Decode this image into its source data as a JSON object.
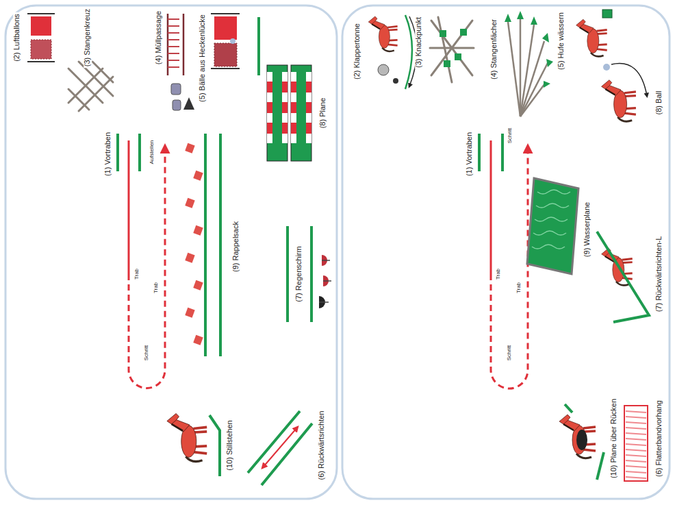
{
  "diagram": {
    "labels": [
      "(2) Luftballons",
      "(3) Stangenkreuz",
      "(4) Müllpassage",
      "(5) Bälle aus Heckenlücke",
      "(1) Vortraben",
      "Aufstellen",
      "Trab",
      "Trab",
      "Schritt",
      "(9) Rappelsack",
      "(10) Stillstehen",
      "(7) Regenschirm",
      "(8) Plane",
      "(6) Rückwärtsrichten",
      "(2) Klappertonne",
      "(3) Knackpunkt",
      "(4) Stangenfächer",
      "(5) Hufe wässern",
      "(1) Vortraben",
      "Schritt",
      "Trab",
      "Trab",
      "Schritt",
      "(9) Wasserplane",
      "(10) Plane über Rücken",
      "(8) Ball",
      "(7) Rückwärtsrichten-L",
      "(6) Flatterbandvorhang"
    ]
  }
}
